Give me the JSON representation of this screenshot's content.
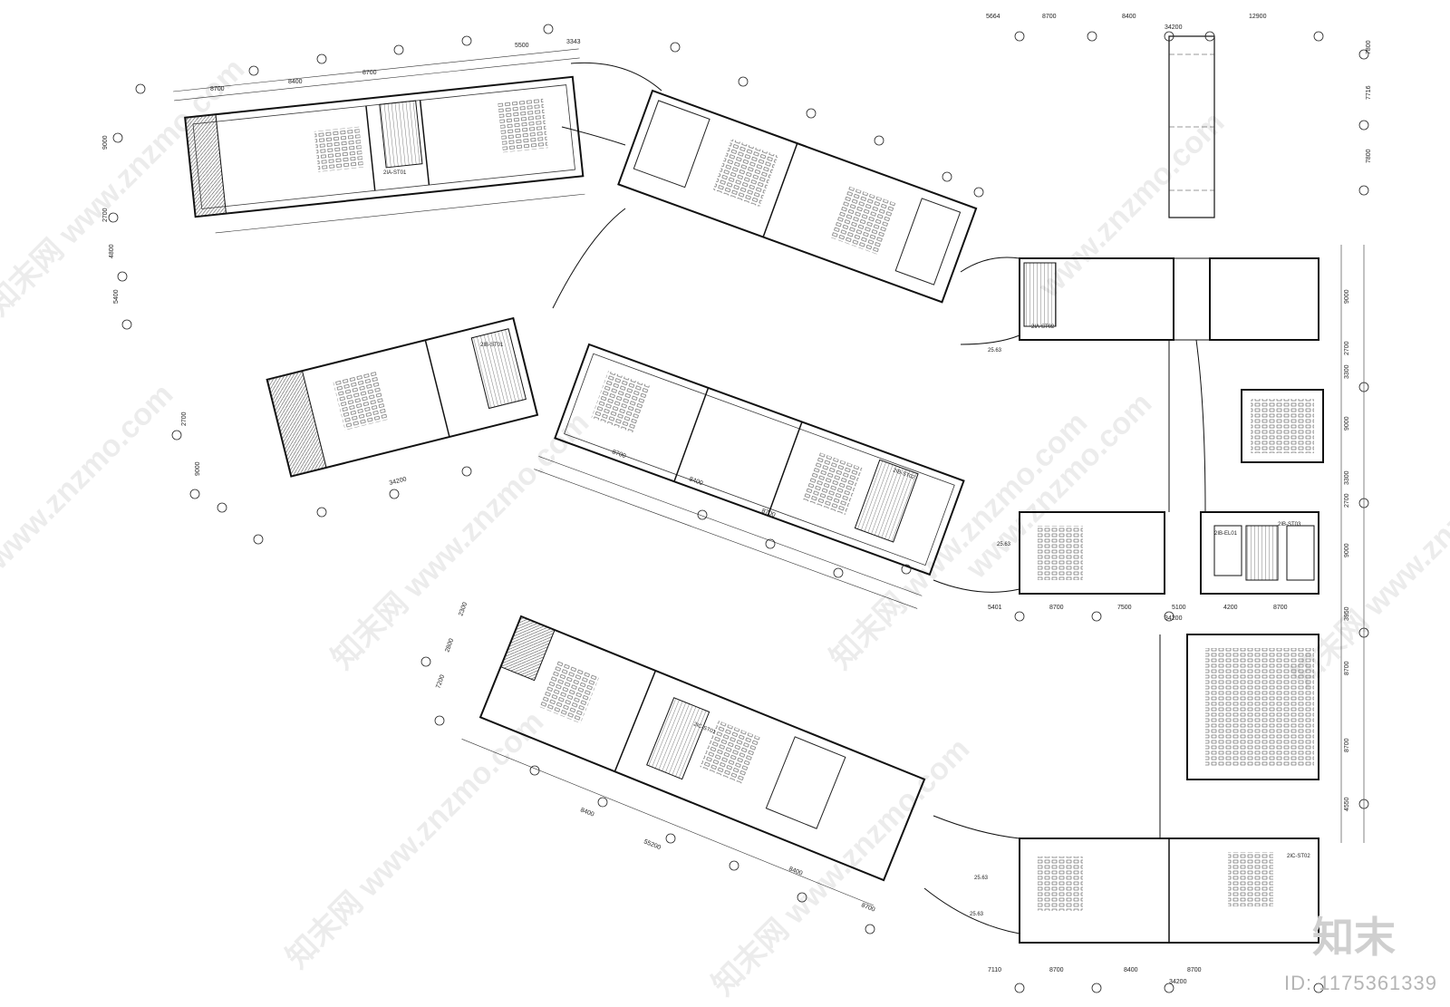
{
  "drawing": {
    "dimensions_top": [
      "8700",
      "8400",
      "8700",
      "5500",
      "3343",
      "5664",
      "8700",
      "8400",
      "12900",
      "34200"
    ],
    "dimensions_left": [
      "9000",
      "2700",
      "4800",
      "5400",
      "2700",
      "9000",
      "2300",
      "2800",
      "7200"
    ],
    "dimensions_right": [
      "7800",
      "7716",
      "7800",
      "9000",
      "2700",
      "3300",
      "9000",
      "3300",
      "2700",
      "9000",
      "4550",
      "8700",
      "8700",
      "3950"
    ],
    "dimensions_bottom": [
      "7110",
      "8700",
      "8400",
      "8700",
      "34200",
      "5401",
      "8700",
      "7500",
      "5100",
      "4200",
      "8700",
      "34200"
    ],
    "diagonal_dimensions": [
      "8700",
      "8400",
      "8700",
      "34200",
      "55200",
      "8400",
      "8700",
      "8400"
    ],
    "room_labels": [
      "2IA-ST01",
      "2IB-ST01",
      "2IB-ST02",
      "2IB-ST03",
      "2IC-ST01",
      "2IC-ST02",
      "2IA-ST02",
      "2IB-EL01"
    ],
    "level_marks": [
      "25.63",
      "25.63",
      "25.63",
      "25.63"
    ]
  },
  "watermark": {
    "text": "知末网 www.znzmo.com",
    "site": "www.znzmo.com"
  },
  "logo": {
    "text": "知末"
  },
  "image_id": "ID: 1175361339"
}
